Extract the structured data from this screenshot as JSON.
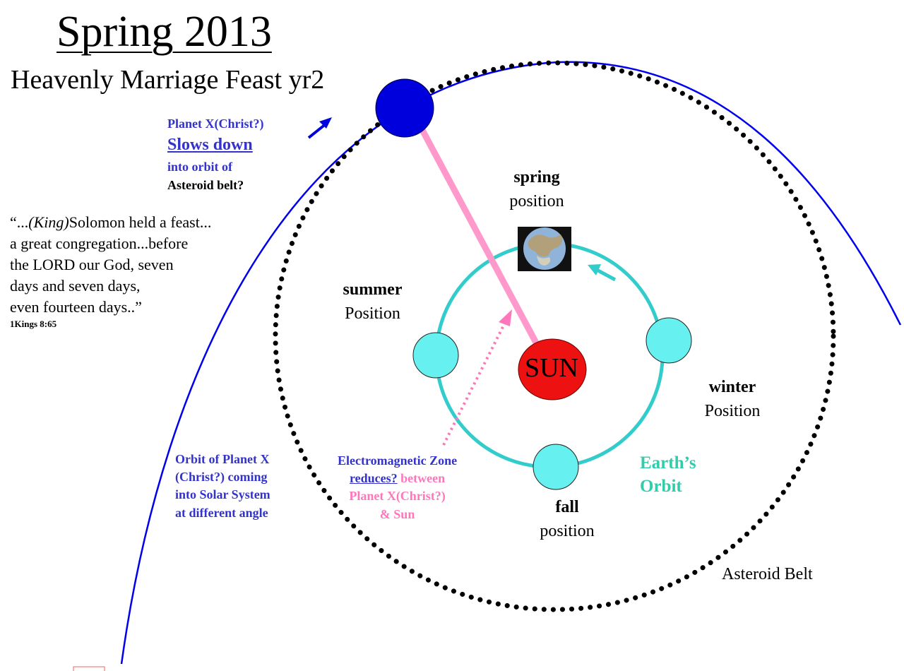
{
  "title": "Spring 2013",
  "subtitle": "Heavenly Marriage Feast yr2",
  "planet_x_note": {
    "line1": "Planet X(Christ?)",
    "line2": "Slows down",
    "line3": "into orbit of",
    "line4": "Asteroid belt?"
  },
  "quote": {
    "open": "“...",
    "king": "(King)",
    "line1_rest": "Solomon held a feast...",
    "line2": "a great congregation...before",
    "line3": "the LORD our God, seven",
    "line4": "days and seven days,",
    "line5": "even fourteen days..”",
    "reference": "1Kings 8:65"
  },
  "positions": {
    "spring": {
      "season": "spring",
      "word": "position"
    },
    "summer": {
      "season": "summer",
      "word": "Position"
    },
    "winter": {
      "season": "winter",
      "word": "Position"
    },
    "fall": {
      "season": "fall",
      "word": "position"
    }
  },
  "orbit_x_note": {
    "line1": "Orbit of Planet X",
    "line2": "(Christ?) coming",
    "line3": "into Solar System",
    "line4": "at different angle"
  },
  "em_zone_note": {
    "line1": "Electromagnetic Zone",
    "line2_under": "reduces?",
    "line2_rest": " between",
    "line3": "Planet X(Christ?)",
    "line4": "& Sun"
  },
  "earth_orbit": {
    "line1": "Earth’s",
    "line2": "Orbit"
  },
  "asteroid_belt": "Asteroid Belt",
  "sun": "SUN",
  "colors": {
    "planet_x": "#0000dd",
    "orbit_x": "#0000ee",
    "earth_orbit": "#33cccc",
    "earth_fill": "#66f0f0",
    "sun": "#ee1111",
    "link": "#ff99cc",
    "note_blue": "#3333cc",
    "note_pink": "#ff77bb",
    "earth_orbit_label": "#33ccaa"
  }
}
